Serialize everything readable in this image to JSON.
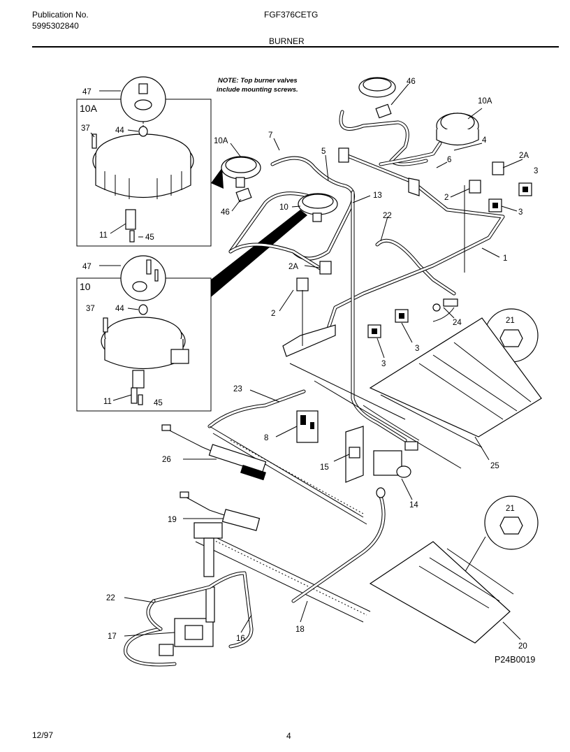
{
  "header": {
    "publication_label": "Publication No.",
    "publication_number": "5995302840",
    "model": "FGF376CETG",
    "section": "BURNER"
  },
  "note": {
    "line1": "NOTE: Top burner valves",
    "line2": "include mounting screws."
  },
  "callouts": {
    "c47a": "47",
    "c10A_box": "10A",
    "c37a": "37",
    "c44a": "44",
    "c11a": "11",
    "c45a": "45",
    "c47b": "47",
    "c10_box": "10",
    "c37b": "37",
    "c44b": "44",
    "c11b": "11",
    "c45b": "45",
    "c10A_left": "10A",
    "c7": "7",
    "c5": "5",
    "c46_left": "46",
    "c10": "10",
    "c13": "13",
    "c46_right": "46",
    "c10A_right": "10A",
    "c4": "4",
    "c6": "6",
    "c2A_right": "2A",
    "c3_right_top": "3",
    "c2_right": "2",
    "c3_right": "3",
    "c22_top": "22",
    "c1": "1",
    "c2A_left": "2A",
    "c2_left": "2",
    "c3_mid": "3",
    "c3_left": "3",
    "c24": "24",
    "c21_top": "21",
    "c25": "25",
    "c23": "23",
    "c8": "8",
    "c26": "26",
    "c15": "15",
    "c14": "14",
    "c19": "19",
    "c21_bottom": "21",
    "c22_bottom": "22",
    "c17": "17",
    "c16": "16",
    "c18": "18",
    "c20": "20"
  },
  "diagram_code": "P24B0019",
  "footer": {
    "date": "12/97",
    "page": "4"
  }
}
